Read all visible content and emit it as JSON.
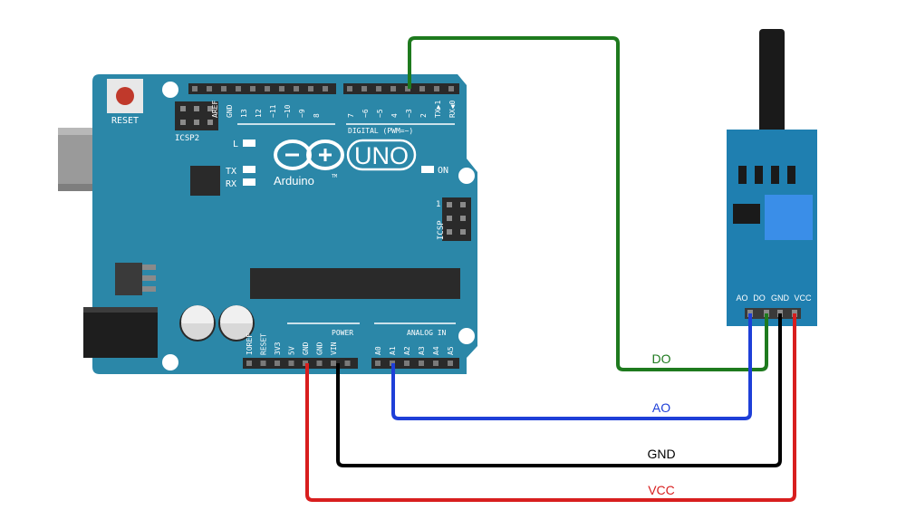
{
  "board": {
    "reset_label": "RESET",
    "icsp2_label": "ICSP2",
    "aref_label": "AREF",
    "gnd_label": "GND",
    "digital_pins": [
      "13",
      "12",
      "~11",
      "~10",
      "~9",
      "8",
      "7",
      "~6",
      "~5",
      "4",
      "~3",
      "2",
      "TX▶1",
      "RX◀0"
    ],
    "digital_label": "DIGITAL (PWM=~)",
    "led_l_label": "L",
    "led_tx_label": "TX",
    "led_rx_label": "RX",
    "logo_text": "UNO",
    "brand_text": "Arduino",
    "trademark": "TM",
    "on_label": "ON",
    "icsp_label": "ICSP",
    "icsp_pin1": "1",
    "power_label": "POWER",
    "analog_label": "ANALOG IN",
    "power_pins": [
      "IOREF",
      "RESET",
      "3V3",
      "5V",
      "GND",
      "GND",
      "VIN"
    ],
    "analog_pins": [
      "A0",
      "A1",
      "A2",
      "A3",
      "A4",
      "A5"
    ]
  },
  "sensor": {
    "pins": [
      "AO",
      "DO",
      "GND",
      "VCC"
    ]
  },
  "wires": [
    {
      "label": "DO",
      "color": "#1e7a1e"
    },
    {
      "label": "AO",
      "color": "#1e3fd8"
    },
    {
      "label": "GND",
      "color": "#000000"
    },
    {
      "label": "VCC",
      "color": "#d81e1e"
    }
  ]
}
